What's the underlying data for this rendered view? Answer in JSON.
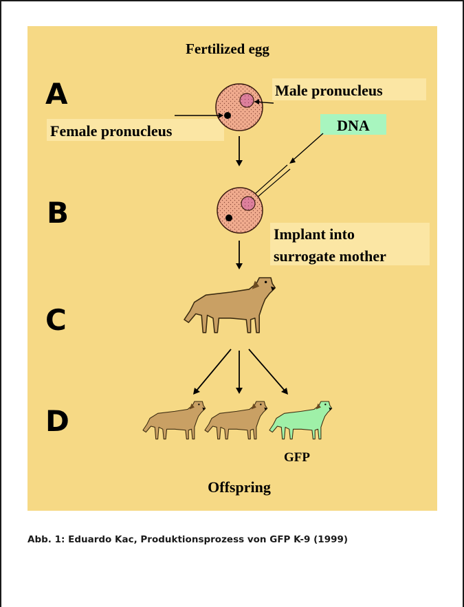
{
  "diagram": {
    "title": "Fertilized egg",
    "steps": [
      "A",
      "B",
      "C",
      "D"
    ],
    "labels": {
      "male_pronucleus": "Male pronucleus",
      "female_pronucleus": "Female pronucleus",
      "dna": "DNA",
      "implant_line1": "Implant into",
      "implant_line2": "surrogate mother",
      "gfp": "GFP",
      "offspring": "Offspring"
    },
    "colors": {
      "background": "#f6d985",
      "label_highlight": "#fbe6a4",
      "dna_highlight": "#a8f5bf",
      "egg_fill": "#f0ab8e",
      "pronucleus_fill": "#dc7f9c",
      "dog_brown": "#c9a064",
      "dog_green": "#9ff0a8"
    }
  },
  "caption": "Abb. 1: Eduardo Kac, Produktionsprozess von GFP K-9 (1999)"
}
